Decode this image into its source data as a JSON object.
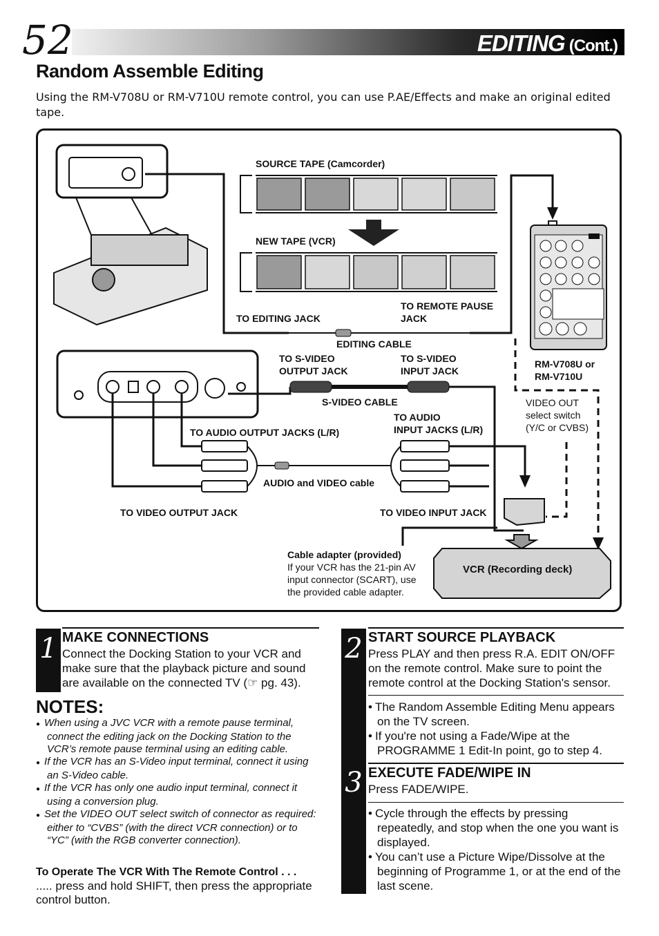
{
  "page": {
    "number": "52",
    "header_title": "EDITING",
    "header_cont": "(Cont.)"
  },
  "section": {
    "title": "Random Assemble Editing",
    "intro": "Using the RM-V708U or RM-V710U remote control, you can use P.AE/Effects and make an original edited tape."
  },
  "diagram": {
    "source_tape": "SOURCE TAPE (Camcorder)",
    "new_tape": "NEW TAPE (VCR)",
    "to_editing_jack": "TO EDITING JACK",
    "to_remote_pause_jack_1": "TO REMOTE PAUSE",
    "to_remote_pause_jack_2": "JACK",
    "editing_cable": "EDITING CABLE",
    "to_svideo_output_1": "TO S-VIDEO",
    "to_svideo_output_2": "OUTPUT JACK",
    "to_svideo_input_1": "TO S-VIDEO",
    "to_svideo_input_2": "INPUT JACK",
    "svideo_cable": "S-VIDEO CABLE",
    "to_audio_output": "TO AUDIO OUTPUT JACKS (L/R)",
    "to_audio_input_1": "TO AUDIO",
    "to_audio_input_2": "INPUT JACKS (L/R)",
    "audio_video_cable": "AUDIO and VIDEO cable",
    "to_video_output": "TO VIDEO OUTPUT JACK",
    "to_video_input": "TO VIDEO INPUT JACK",
    "remote_model_1": "RM-V708U or",
    "remote_model_2": "RM-V710U",
    "video_out_1": "VIDEO OUT",
    "video_out_2": "select switch",
    "video_out_3": "(Y/C or CVBS)",
    "adapter_title": "Cable adapter (provided)",
    "adapter_1": "If your VCR has the 21-pin AV",
    "adapter_2": "input connector (SCART), use",
    "adapter_3": "the provided cable adapter.",
    "vcr_label": "VCR (Recording deck)"
  },
  "steps": {
    "step1": {
      "number": "1",
      "title": "MAKE CONNECTIONS",
      "text": "Connect the Docking Station to your VCR and make sure that the playback picture and sound are available on the connected TV (☞ pg. 43)."
    },
    "step2": {
      "number": "2",
      "title": "START SOURCE PLAYBACK",
      "text": "Press PLAY and then press R.A. EDIT ON/OFF on the remote control. Make sure to point the remote control at the Docking Station's sensor.",
      "bullets": [
        "The Random Assemble Editing Menu appears on the TV screen.",
        "If you're not using a Fade/Wipe at the PROGRAMME 1 Edit-In point, go to step 4."
      ]
    },
    "step3": {
      "number": "3",
      "title": "EXECUTE FADE/WIPE IN",
      "text": "Press FADE/WIPE.",
      "bullets": [
        "Cycle through the effects by pressing repeatedly, and stop when the one you want is displayed.",
        "You can’t use a Picture Wipe/Dissolve at the beginning of Programme 1, or at the end of the last scene."
      ]
    }
  },
  "notes": {
    "title": "NOTES:",
    "items": [
      "When using a JVC VCR with a remote pause terminal, connect the editing jack on the Docking Station to the VCR’s remote pause terminal using an editing cable.",
      "If the VCR has an S-Video input terminal, connect it using an S-Video cable.",
      "If the VCR has only one audio input terminal, connect it using a conversion plug.",
      "Set the VIDEO OUT select switch of connector as required: either to “CVBS” (with the direct VCR connection) or to “YC” (with the RGB converter connection)."
    ]
  },
  "remote_op": {
    "title": "To Operate The VCR With The Remote Control . . .",
    "text": "..... press and hold SHIFT, then press the appropriate control button."
  }
}
